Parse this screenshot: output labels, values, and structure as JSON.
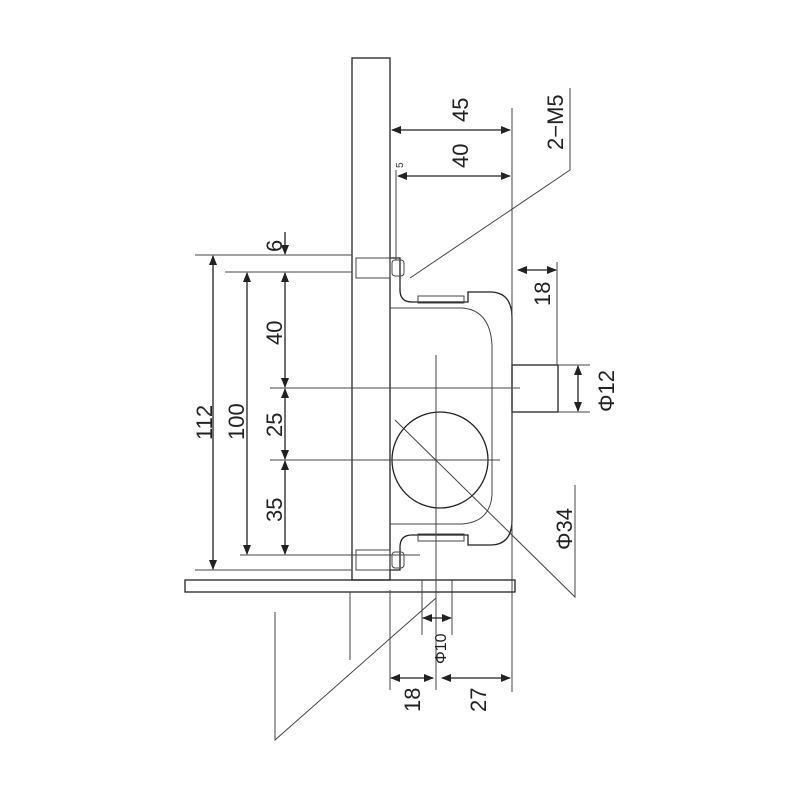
{
  "drawing": {
    "dimensions": {
      "top_45": "45",
      "top_40": "40",
      "small_5": "5",
      "thread": "2−M5",
      "right_18": "18",
      "shaft_dia": "Φ12",
      "roller_dia": "Φ34",
      "left_112": "112",
      "left_100": "100",
      "seg_6": "6",
      "seg_40": "40",
      "seg_25": "25",
      "seg_35": "35",
      "bottom_dia": "Φ10",
      "bottom_18": "18",
      "bottom_27": "27"
    }
  }
}
